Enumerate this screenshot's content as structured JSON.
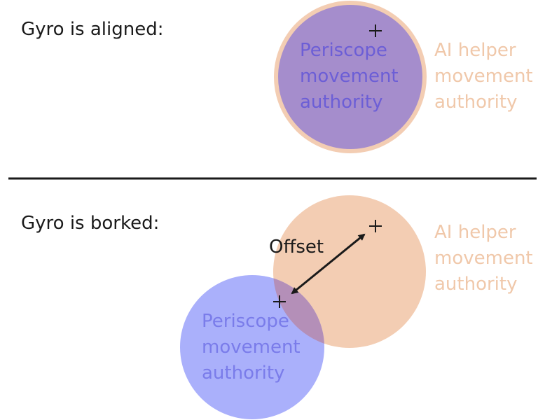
{
  "aligned": {
    "heading": "Gyro is aligned:",
    "periscope_label": [
      "Periscope",
      "movement",
      "authority"
    ],
    "ai_label": [
      "AI helper",
      "movement",
      "authority"
    ]
  },
  "borked": {
    "heading": "Gyro is borked:",
    "periscope_label": [
      "Periscope",
      "movement",
      "authority"
    ],
    "ai_label": [
      "AI helper",
      "movement",
      "authority"
    ],
    "offset_label": "Offset"
  },
  "colors": {
    "periscope_fill": "#a58dcc",
    "periscope_text": "#6c5ed6",
    "periscope_borked_fill": "#aab0fb",
    "periscope_borked_text": "#7a7cea",
    "ai_fill": "#f3cdb3",
    "ai_text": "#f0c8aa",
    "overlap_fill": "#b48fb8",
    "marker": "#1a1a1a",
    "divider": "#1a1a1a"
  },
  "marker_glyph": "+"
}
